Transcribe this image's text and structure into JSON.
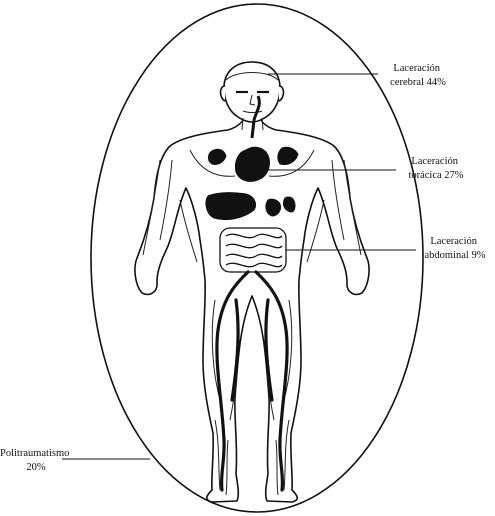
{
  "labels": {
    "cerebral": {
      "line1": "Laceración",
      "line2": "cerebral 44%"
    },
    "toracica": {
      "line1": "Laceración",
      "line2": "torácica 27%"
    },
    "abdominal": {
      "line1": "Laceración",
      "line2": "abdominal 9%"
    },
    "politrauma": {
      "line1": "Politraumatismo",
      "line2": "20%"
    }
  },
  "colors": {
    "ink": "#111111",
    "background": "#ffffff"
  }
}
